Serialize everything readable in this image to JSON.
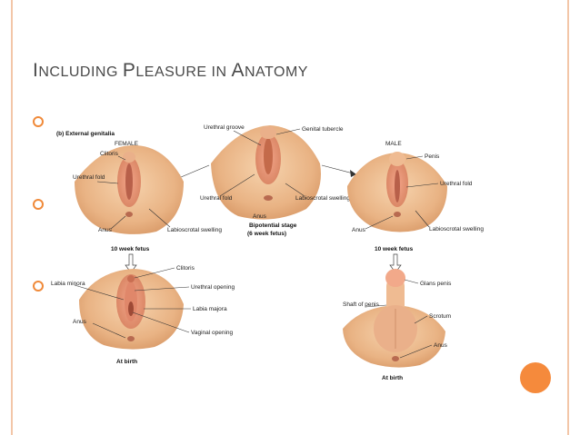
{
  "slide": {
    "title_parts": [
      {
        "first": "I",
        "rest": "NCLUDING"
      },
      {
        "first": "P",
        "rest": "LEASURE IN"
      },
      {
        "first": "A",
        "rest": "NATOMY"
      }
    ]
  },
  "colors": {
    "accent": "#f58a3c",
    "border": "#f3c6a8",
    "title": "#4a4a4a",
    "tissue": "#f2c79a"
  },
  "figure": {
    "panel_label": "(b) External genitalia",
    "female_header": "FEMALE",
    "male_header": "MALE",
    "labels": {
      "urethral_groove": "Urethral groove",
      "genital_tubercle": "Genital tubercle",
      "clitoris": "Clitoris",
      "urethral_fold": "Urethral fold",
      "anus": "Anus",
      "labioscrotal_swelling": "Labioscrotal swelling",
      "bipotential_stage": "Bipotential stage",
      "six_week": "(6 week fetus)",
      "penis": "Penis",
      "ten_week": "10 week fetus",
      "labia_minora": "Labia minora",
      "urethral_opening": "Urethral opening",
      "labia_majora": "Labia majora",
      "vaginal_opening": "Vaginal opening",
      "at_birth": "At birth",
      "glans_penis": "Glans penis",
      "shaft_of_penis": "Shaft of penis",
      "scrotum": "Scrotum"
    }
  }
}
